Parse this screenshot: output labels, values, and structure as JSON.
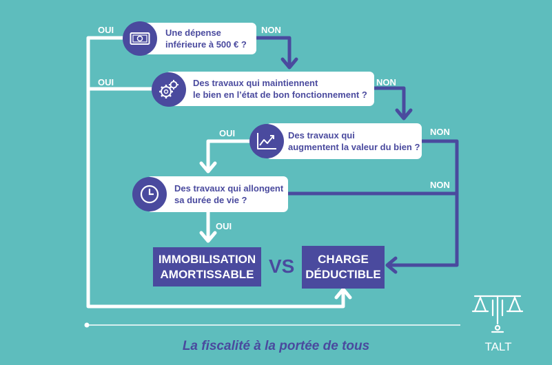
{
  "questions": [
    {
      "line1": "Une dépense",
      "line2": "inférieure à 500 € ?",
      "icon": "banknote-icon"
    },
    {
      "line1": "Des travaux qui maintiennent",
      "line2": "le bien en l’état de bon fonctionnement ?",
      "icon": "gears-icon"
    },
    {
      "line1": "Des travaux qui",
      "line2": "augmentent la valeur du bien ?",
      "icon": "growth-chart-icon"
    },
    {
      "line1": "Des travaux qui allongent",
      "line2": "sa durée de vie ?",
      "icon": "clock-icon"
    }
  ],
  "labels": {
    "oui": "OUI",
    "non": "NON"
  },
  "results": {
    "left_line1": "IMMOBILISATION",
    "left_line2": "AMORTISSABLE",
    "vs": "VS",
    "right_line1": "CHARGE",
    "right_line2": "DÉDUCTIBLE"
  },
  "footer": {
    "tagline": "La fiscalité à la portée de tous",
    "logo_text": "TALT",
    "logo_icon": "scales-of-justice-icon"
  },
  "colors": {
    "background": "#5ebdbd",
    "primary": "#4a4a9e",
    "box": "#ffffff",
    "line": "#ffffff"
  }
}
